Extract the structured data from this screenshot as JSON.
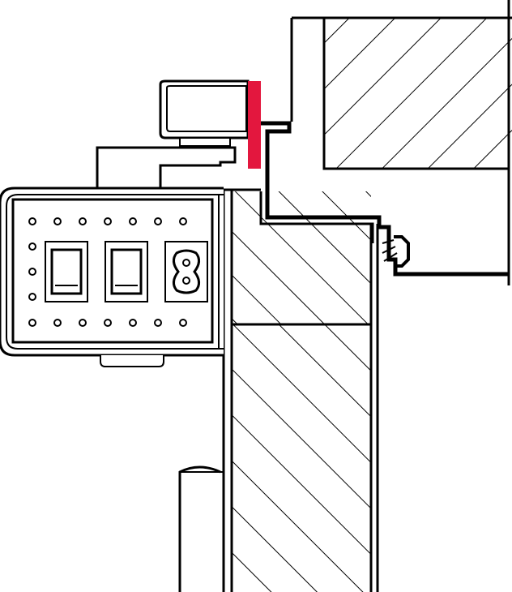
{
  "colors": {
    "line": "#000000",
    "background": "#ffffff",
    "accent_red": "#e3173e"
  },
  "components": {
    "wall_block": "hatched-wall-block",
    "upper_frame": "hatched-upper-frame",
    "door_leaf": "hatched-door-leaf",
    "door_frame_profile": "steel-frame-profile",
    "hinge_pin": "hinge-pin",
    "closer_unit": "door-closer-unit",
    "switches": [
      "rocker-switch",
      "rocker-switch"
    ],
    "socket": "power-socket-figure8",
    "seal": "red-seal-strip"
  }
}
